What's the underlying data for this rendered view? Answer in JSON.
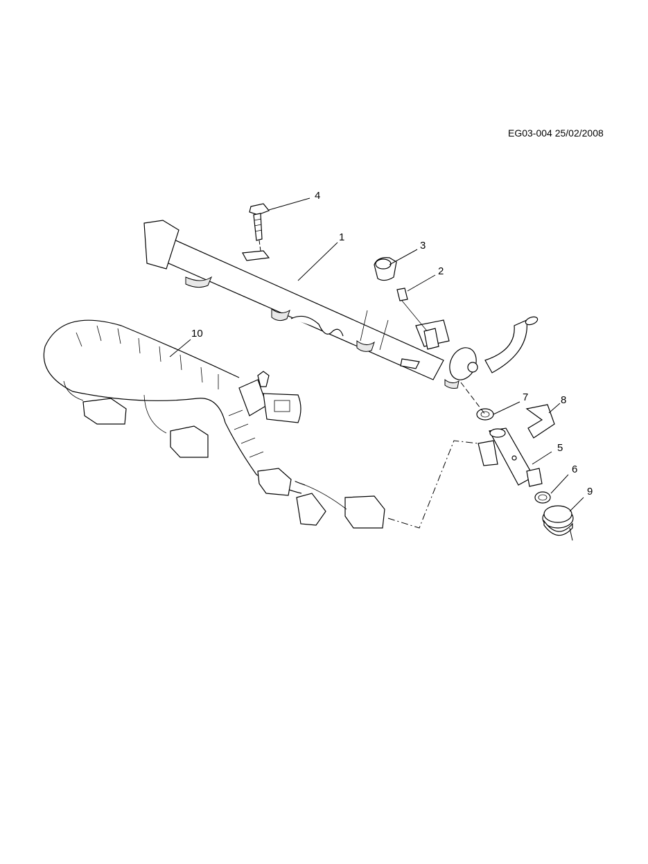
{
  "drawing_id": "EG03-004 25/02/2008",
  "callouts": [
    "1",
    "2",
    "3",
    "4",
    "5",
    "6",
    "7",
    "8",
    "9",
    "10"
  ]
}
